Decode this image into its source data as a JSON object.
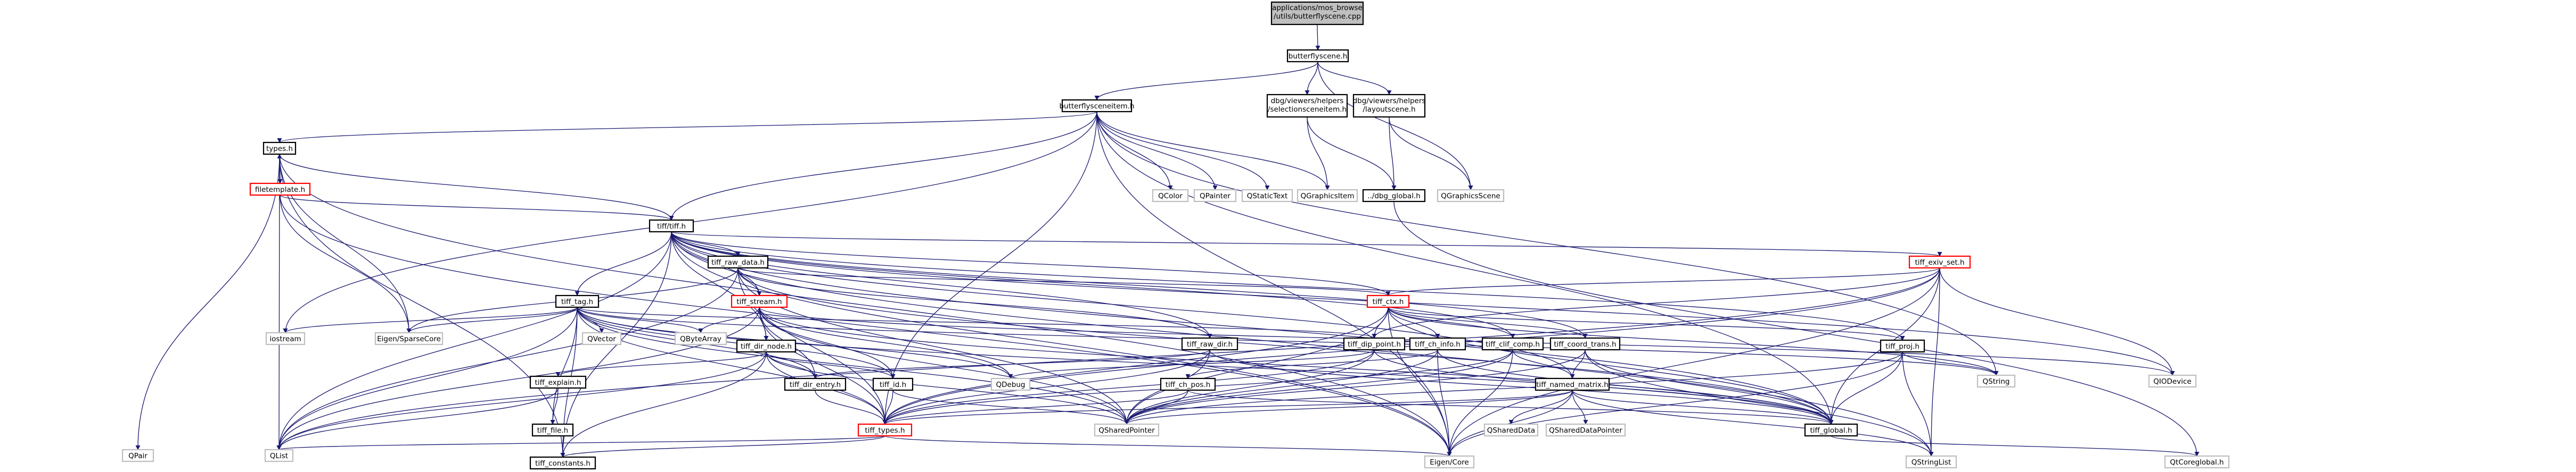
{
  "colors": {
    "edge": "#191970",
    "documented_border": "#000000",
    "external_border": "#bfbfbf",
    "truncated_border": "#ff0000",
    "root_fill": "#bfbfbf"
  },
  "nodes": {
    "root": "applications/mos_browse\n/utils/butterflyscene.cpp",
    "butterflyscene_h": "butterflyscene.h",
    "butterflysceneitem_h": "butterflysceneitem.h",
    "selectionsceneitem_h": "dbg/viewers/helpers\n/selectionsceneitem.h",
    "layoutscene_h": "dbg/viewers/helpers\n/layoutscene.h",
    "types_h": "types.h",
    "qcolor": "QColor",
    "qpainter": "QPainter",
    "qstatictext": "QStaticText",
    "qgraphicsitem": "QGraphicsItem",
    "dbg_global_h": "../dbg_global.h",
    "qgraphicsscene": "QGraphicsScene",
    "filetemplate_h": "filetemplate.h",
    "tiff_tiff_h": "tiff/tiff.h",
    "tiff_raw_data_h": "tiff_raw_data.h",
    "tiff_exiv_set_h": "tiff_exiv_set.h",
    "tiff_tag_h": "tiff_tag.h",
    "tiff_stream_h": "tiff_stream.h",
    "tiff_ctx_h": "tiff_ctx.h",
    "iostream": "iostream",
    "eigen_sparsecore": "Eigen/SparseCore",
    "qvector": "QVector",
    "qbytearray": "QByteArray",
    "tiff_raw_dir_h": "tiff_raw_dir.h",
    "tiff_dir_node_h": "tiff_dir_node.h",
    "tiff_dip_point_h": "tiff_dip_point.h",
    "tiff_ch_info_h": "tiff_ch_info.h",
    "tiff_clif_comp_h": "tiff_clif_comp.h",
    "tiff_coord_trans_h": "tiff_coord_trans.h",
    "tiff_proj_h": "tiff_proj.h",
    "qiodevice": "QIODevice",
    "tiff_explain_h": "tiff_explain.h",
    "tiff_dir_entry_h": "tiff_dir_entry.h",
    "tiff_id_h": "tiff_id.h",
    "qdebug": "QDebug",
    "tiff_ch_pos_h": "tiff_ch_pos.h",
    "tiff_named_matrix_h": "tiff_named_matrix.h",
    "qstring": "QString",
    "tiff_file_h": "tiff_file.h",
    "tiff_types_h": "tiff_types.h",
    "qsharedpointer": "QSharedPointer",
    "qshareddata": "QSharedData",
    "qshareddatapointer": "QSharedDataPointer",
    "tiff_global_h": "tiff_global.h",
    "qpair": "QPair",
    "qlist": "QList",
    "tiff_constants_h": "tiff_constants.h",
    "eigen_core": "Eigen/Core",
    "qstringlist": "QStringList",
    "qtcoreglobal_h": "QtCoreglobal.h"
  }
}
